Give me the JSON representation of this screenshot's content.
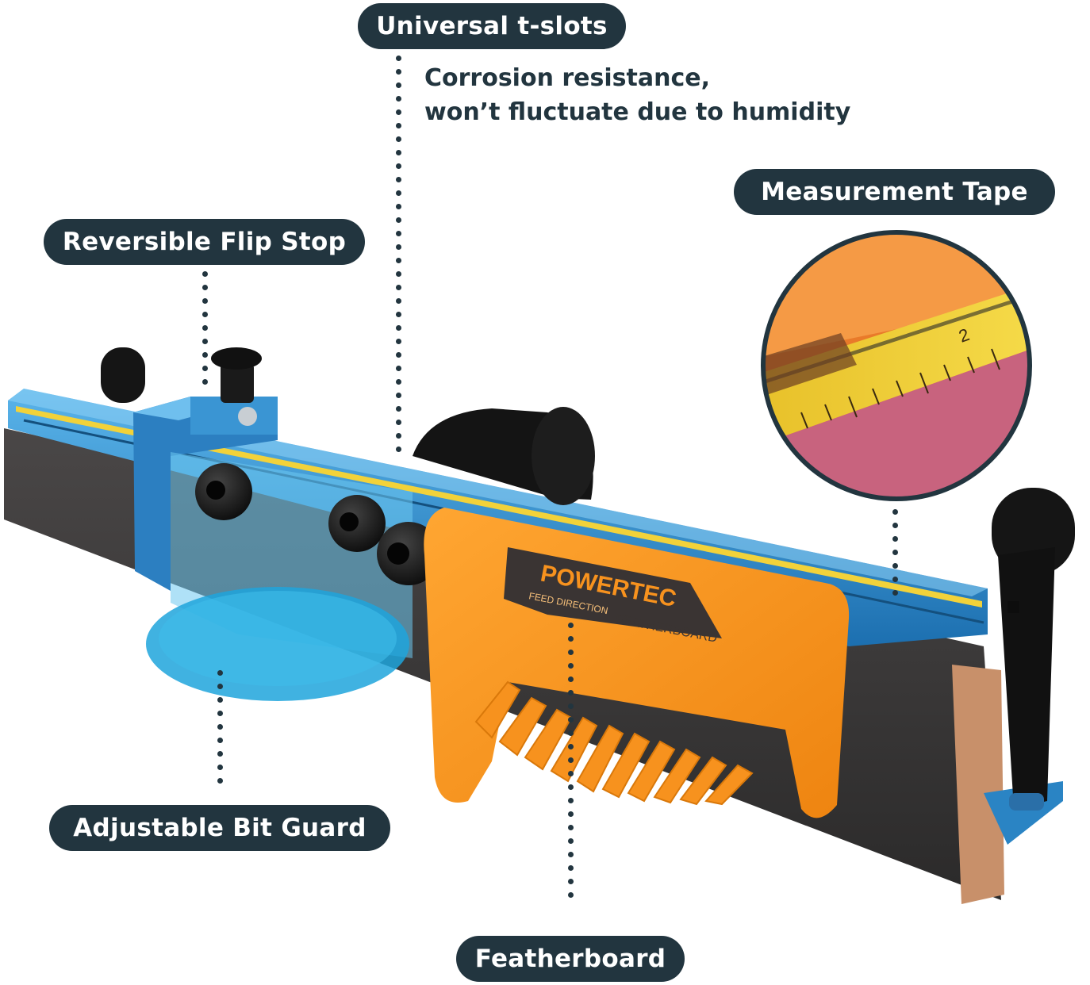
{
  "callouts": {
    "universal_tslots": {
      "label": "Universal t-slots",
      "description_line1": "Corrosion resistance,",
      "description_line2": "won’t fluctuate due to humidity"
    },
    "measurement_tape": {
      "label": "Measurement Tape"
    },
    "flip_stop": {
      "label": "Reversible Flip Stop"
    },
    "bit_guard": {
      "label": "Adjustable Bit Guard"
    },
    "featherboard": {
      "label": "Featherboard"
    }
  },
  "product": {
    "brand": "POWERTEC",
    "feed_direction": "FEED DIRECTION",
    "featherboard_text": "FEATHERBOARD",
    "tape_number": "2"
  },
  "colors": {
    "label_bg": "#22353f",
    "fence_blue": "#2a8fd0",
    "featherboard_orange": "#f7921e",
    "fence_face": "#3a3838",
    "tape_yellow": "#f2d23a"
  }
}
